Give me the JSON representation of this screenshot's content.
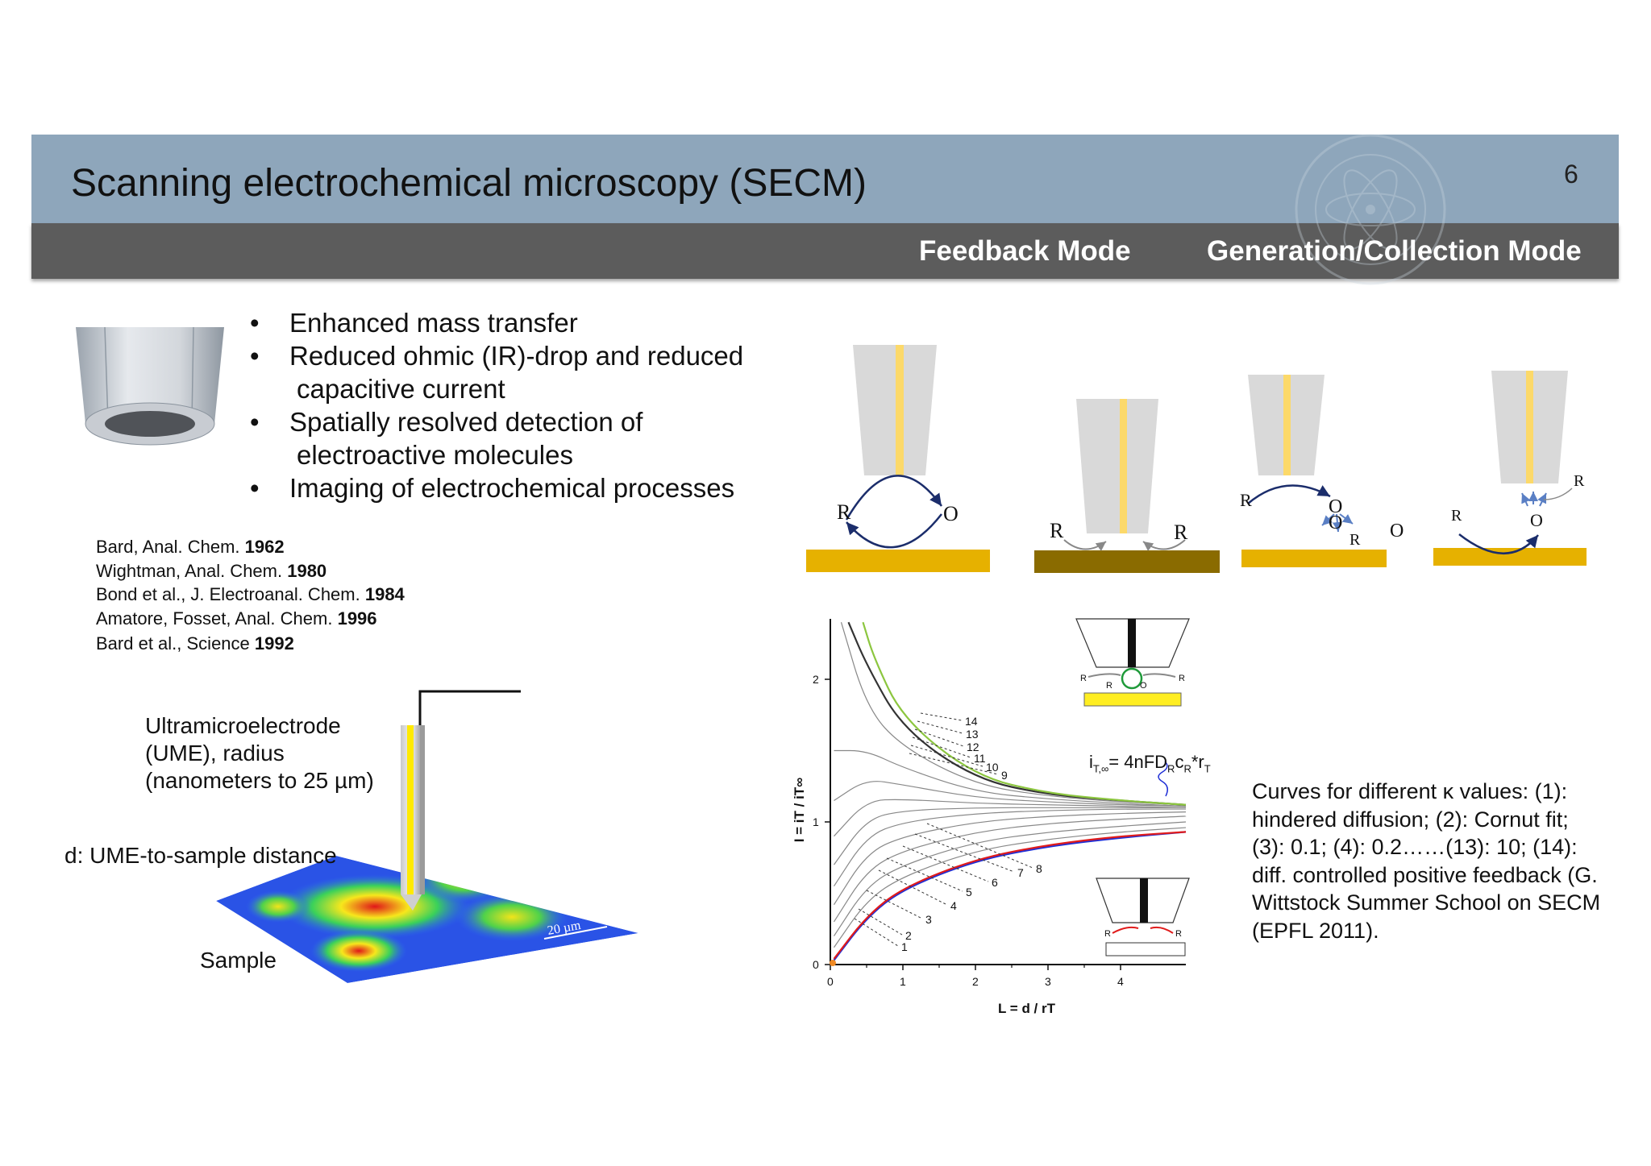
{
  "header": {
    "title": "Scanning electrochemical microscopy (SECM)",
    "page_number": "6",
    "mode_feedback": "Feedback Mode",
    "mode_gc": "Generation/Collection Mode"
  },
  "bullets": [
    {
      "line1": "Enhanced mass transfer",
      "line2": ""
    },
    {
      "line1": "Reduced ohmic (IR)-drop and reduced",
      "line2": "capacitive current"
    },
    {
      "line1": "Spatially resolved detection of",
      "line2": "electroactive molecules"
    },
    {
      "line1": "Imaging of electrochemical processes",
      "line2": ""
    }
  ],
  "references": [
    {
      "text": "Bard,  Anal. Chem. ",
      "year": "1962"
    },
    {
      "text": "Wightman, Anal. Chem. ",
      "year": "1980"
    },
    {
      "text": "Bond et al., J. Electroanal. Chem. ",
      "year": "1984"
    },
    {
      "text": "Amatore, Fosset, Anal. Chem. ",
      "year": "1996"
    },
    {
      "text": "Bard et al., Science ",
      "year": "1992"
    }
  ],
  "labels": {
    "ume": "Ultramicroelectrode (UME), radius (nanometers to 25 µm)",
    "distance": "d: UME-to-sample distance",
    "sample": "Sample",
    "scale_bar": "20 µm"
  },
  "schematics": {
    "R": "R",
    "O": "O"
  },
  "caption": "Curves for different κ values: (1): hindered diffusion; (2): Cornut fit; (3): 0.1; (4): 0.2……(13): 10; (14):  diff. controlled positive feedback (G. Wittstock Summer School on SECM (EPFL 2011).",
  "formula": {
    "base": "i",
    "sub1": "T,∞",
    "mid": "= 4nFD",
    "sub2": "R",
    "c": "c",
    "sub3": "R",
    "tail": "*r",
    "sub4": "T"
  },
  "chart_data": {
    "type": "line",
    "xlabel": "L = d / rT",
    "ylabel": "I = iT / iT∞",
    "xlim": [
      0,
      5
    ],
    "ylim": [
      0,
      2.5
    ],
    "x_ticks": [
      "0",
      "1",
      "2",
      "3",
      "4"
    ],
    "y_ticks": [
      "0",
      "1",
      "2"
    ],
    "curve_labels": [
      "1",
      "2",
      "3",
      "4",
      "5",
      "6",
      "7",
      "8",
      "9",
      "10",
      "11",
      "12",
      "13",
      "14"
    ],
    "series": [
      {
        "name": "1",
        "x": [
          0.05,
          0.5,
          1,
          2,
          3,
          4,
          4.9
        ],
        "y": [
          0.03,
          0.33,
          0.53,
          0.73,
          0.83,
          0.89,
          0.93
        ],
        "color": "#1f2fd6"
      },
      {
        "name": "2",
        "x": [
          0.05,
          0.5,
          1,
          2,
          3,
          4,
          4.9
        ],
        "y": [
          0.04,
          0.34,
          0.54,
          0.74,
          0.84,
          0.9,
          0.93
        ],
        "color": "#e01b1b"
      },
      {
        "name": "3",
        "x": [
          0.05,
          0.5,
          1,
          2,
          3,
          4,
          4.9
        ],
        "y": [
          0.12,
          0.45,
          0.62,
          0.8,
          0.88,
          0.93,
          0.96
        ],
        "color": "#888888"
      },
      {
        "name": "4",
        "x": [
          0.05,
          0.5,
          1,
          2,
          3,
          4,
          4.9
        ],
        "y": [
          0.2,
          0.55,
          0.7,
          0.86,
          0.93,
          0.97,
          1.0
        ],
        "color": "#888888"
      },
      {
        "name": "5",
        "x": [
          0.05,
          0.5,
          1,
          2,
          3,
          4,
          4.9
        ],
        "y": [
          0.3,
          0.66,
          0.8,
          0.93,
          0.99,
          1.02,
          1.04
        ],
        "color": "#888888"
      },
      {
        "name": "6",
        "x": [
          0.05,
          0.5,
          1,
          2,
          3,
          4,
          4.9
        ],
        "y": [
          0.42,
          0.78,
          0.9,
          1.0,
          1.04,
          1.06,
          1.07
        ],
        "color": "#888888"
      },
      {
        "name": "7",
        "x": [
          0.05,
          0.5,
          1,
          2,
          3,
          4,
          4.9
        ],
        "y": [
          0.55,
          0.9,
          1.0,
          1.06,
          1.08,
          1.09,
          1.09
        ],
        "color": "#888888"
      },
      {
        "name": "8",
        "x": [
          0.05,
          0.5,
          1,
          2,
          3,
          4,
          4.9
        ],
        "y": [
          0.7,
          1.02,
          1.08,
          1.1,
          1.1,
          1.1,
          1.1
        ],
        "color": "#888888"
      },
      {
        "name": "9",
        "x": [
          0.05,
          0.5,
          1,
          2,
          3,
          4,
          4.9
        ],
        "y": [
          0.9,
          1.15,
          1.16,
          1.13,
          1.12,
          1.11,
          1.1
        ],
        "color": "#888888"
      },
      {
        "name": "10",
        "x": [
          0.05,
          0.5,
          1,
          2,
          3,
          4,
          4.9
        ],
        "y": [
          1.15,
          1.3,
          1.26,
          1.17,
          1.14,
          1.12,
          1.11
        ],
        "color": "#888888"
      },
      {
        "name": "11",
        "x": [
          0.05,
          0.5,
          1,
          2,
          3,
          4,
          4.9
        ],
        "y": [
          1.5,
          1.5,
          1.38,
          1.21,
          1.16,
          1.13,
          1.11
        ],
        "color": "#888888"
      },
      {
        "name": "12",
        "x": [
          0.15,
          0.5,
          1,
          2,
          3,
          4,
          4.9
        ],
        "y": [
          2.4,
          1.8,
          1.52,
          1.26,
          1.18,
          1.14,
          1.12
        ],
        "color": "#888888"
      },
      {
        "name": "13",
        "x": [
          0.25,
          0.5,
          1,
          2,
          3,
          4,
          4.9
        ],
        "y": [
          2.4,
          2.1,
          1.65,
          1.3,
          1.19,
          1.15,
          1.12
        ],
        "color": "#333333"
      },
      {
        "name": "14",
        "x": [
          0.45,
          0.6,
          1,
          2,
          3,
          4,
          4.9
        ],
        "y": [
          2.4,
          2.15,
          1.72,
          1.32,
          1.2,
          1.15,
          1.12
        ],
        "color": "#8cc63f"
      }
    ]
  }
}
